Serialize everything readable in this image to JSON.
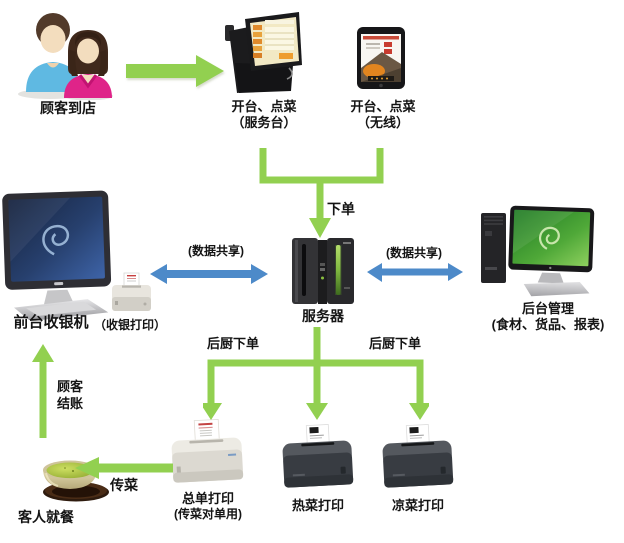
{
  "diagram": {
    "colors": {
      "flow_green": "#92D050",
      "share_blue": "#4D8AC9"
    },
    "nodes": {
      "customers": {
        "label": "顾客到店"
      },
      "pos_terminal": {
        "label1": "开台、点菜",
        "label2": "（服务台）"
      },
      "tablet": {
        "label1": "开台、点菜",
        "label2": "（无线）"
      },
      "server": {
        "label": "服务器"
      },
      "cashier": {
        "label": "前台收银机",
        "printer_label": "（收银打印）"
      },
      "backoffice": {
        "label1": "后台管理",
        "label2": "(食材、货品、报表)"
      },
      "master_printer": {
        "label1": "总单打印",
        "label2": "(传菜对单用)"
      },
      "hot_printer": {
        "label": "热菜打印"
      },
      "cold_printer": {
        "label": "凉菜打印"
      },
      "dining": {
        "label": "客人就餐"
      }
    },
    "edges": {
      "arrive": {
        "direction": "right"
      },
      "order": {
        "label": "下单",
        "direction": "down"
      },
      "share_left": {
        "label": "(数据共享)",
        "direction": "both"
      },
      "share_right": {
        "label": "(数据共享)",
        "direction": "both"
      },
      "kitchen_left": {
        "label": "后厨下单"
      },
      "kitchen_right": {
        "label": "后厨下单"
      },
      "serve": {
        "label": "传菜",
        "direction": "left"
      },
      "checkout": {
        "label1": "顾客",
        "label2": "结账",
        "direction": "up"
      }
    }
  }
}
